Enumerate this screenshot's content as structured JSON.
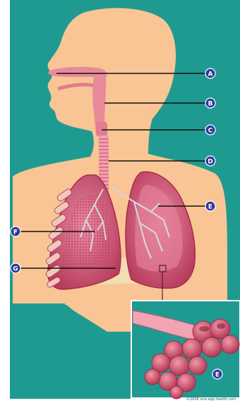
{
  "diagram": {
    "colors": {
      "background": "#1f9a91",
      "skin": "#f9c594",
      "tissue": "#d9607a",
      "label_badge": "#2b3a9a",
      "leader_line": "#111111"
    },
    "labels": [
      "A",
      "B",
      "C",
      "D",
      "E",
      "F",
      "G",
      "E"
    ],
    "credit": "©2006 sms.epp.health.com"
  }
}
